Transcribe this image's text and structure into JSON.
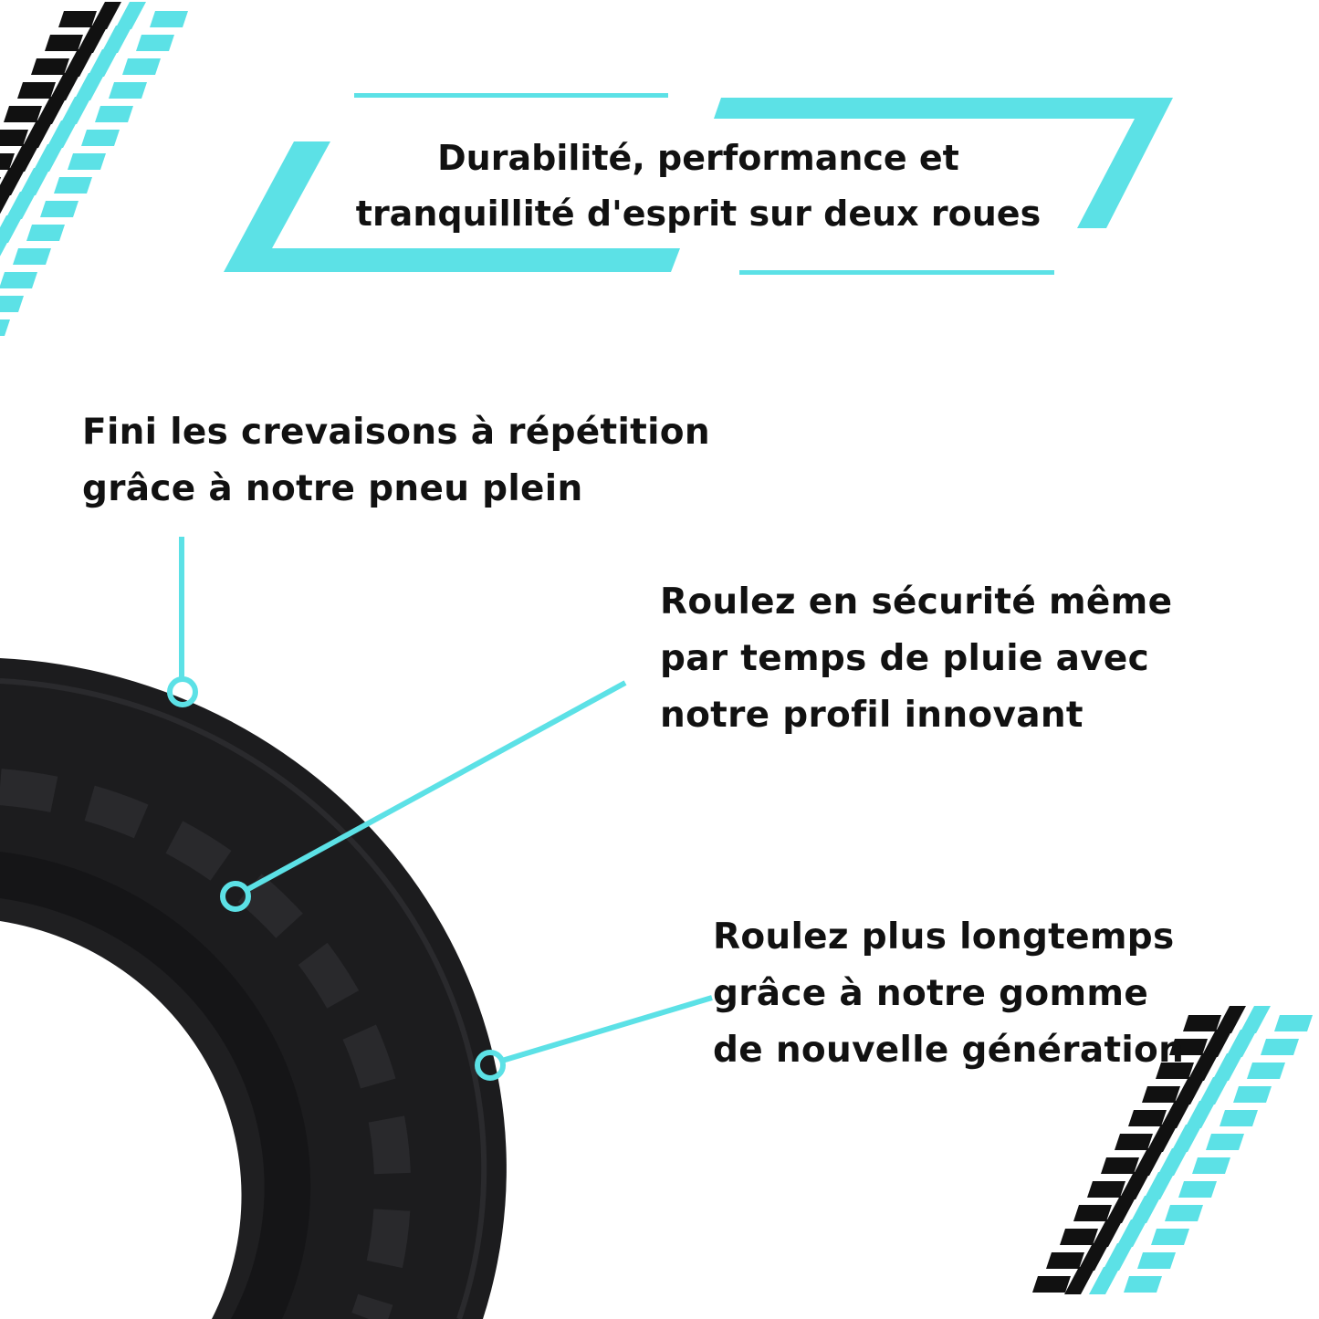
{
  "colors": {
    "accent": "#5CE1E6",
    "tire": "#1c1c1e",
    "text": "#111111"
  },
  "title": {
    "line1": "Durabilité, performance et",
    "line2": "tranquillité d'esprit sur deux roues"
  },
  "features": [
    {
      "lines": [
        "Fini les crevaisons à répétition",
        "grâce à notre pneu plein"
      ]
    },
    {
      "lines": [
        "Roulez en sécurité même",
        "par temps de pluie avec",
        "notre profil innovant"
      ]
    },
    {
      "lines": [
        "Roulez plus longtemps",
        "grâce à notre gomme",
        "de nouvelle génération"
      ]
    }
  ]
}
